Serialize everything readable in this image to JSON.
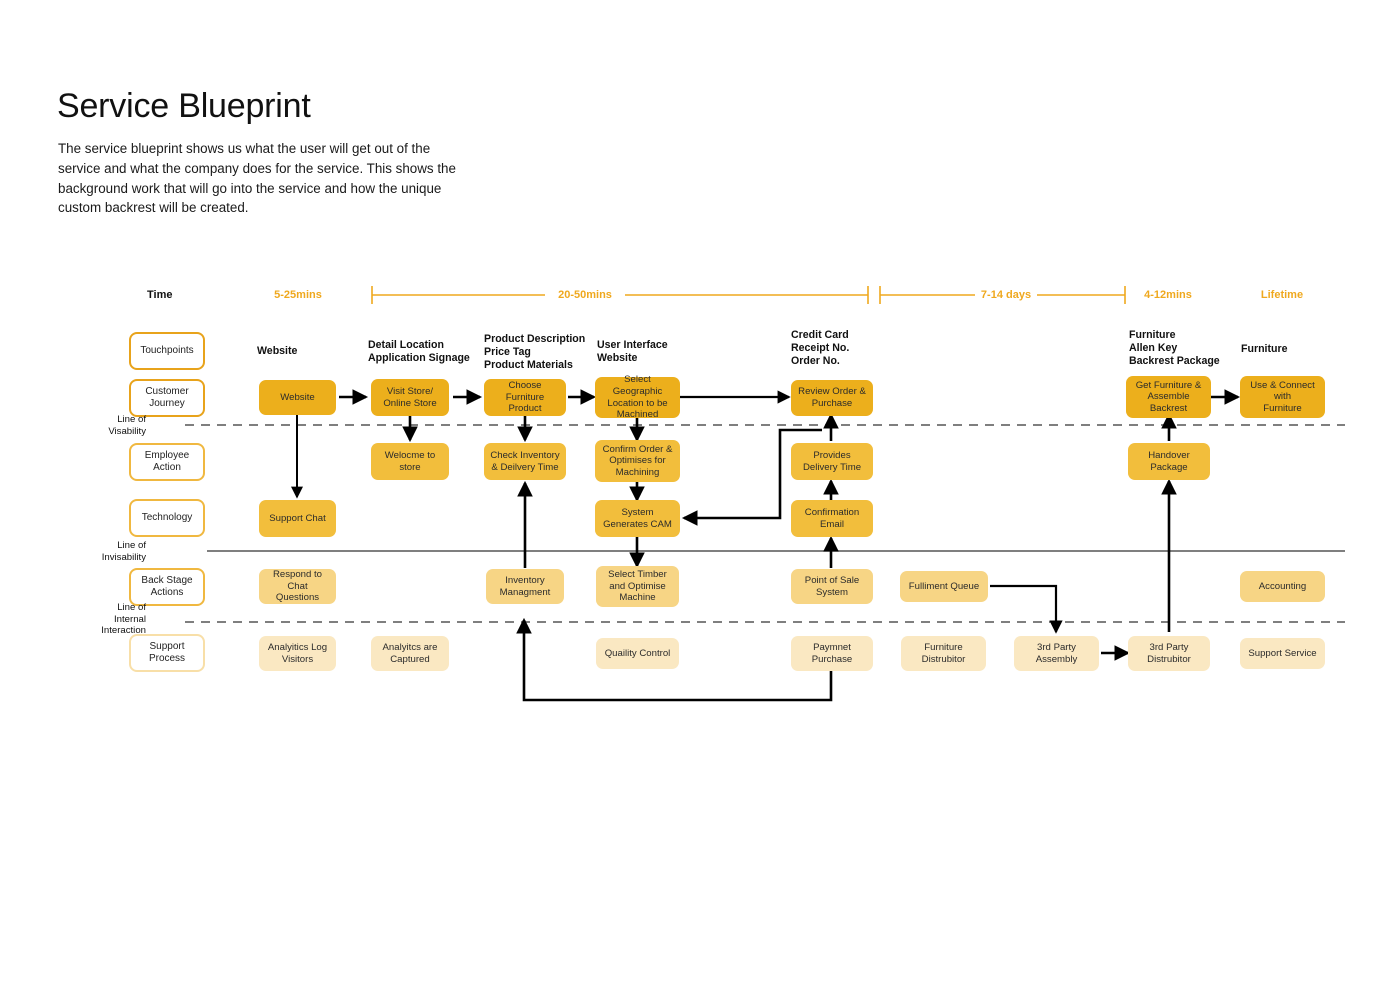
{
  "header": {
    "title": "Service Blueprint",
    "description": "The service blueprint shows us what the user will get out of the service and what the company does for the service. This shows the background work that will go into the service and how the unique custom backrest will be created."
  },
  "colors": {
    "accent": "#EFA81E",
    "customer_journey": "#ECAF1C",
    "employee_technology": "#F2BE3C",
    "back_stage": "#F7D585",
    "support_process": "#FAE8C2",
    "line": "#555555"
  },
  "timeline": {
    "label": "Time",
    "phases": [
      {
        "text": "5-25mins",
        "bracket": false
      },
      {
        "text": "20-50mins",
        "bracket": true
      },
      {
        "text": "7-14 days",
        "bracket": true
      },
      {
        "text": "4-12mins",
        "bracket": false
      },
      {
        "text": "Lifetime",
        "bracket": false
      }
    ]
  },
  "row_labels": [
    {
      "label": "Touchpoints",
      "tone": "strong"
    },
    {
      "label": "Customer\nJourney",
      "tone": "strong"
    },
    {
      "label": "Employee\nAction",
      "tone": "mid"
    },
    {
      "label": "Technology",
      "tone": "mid"
    },
    {
      "label": "Back Stage\nActions",
      "tone": "mid"
    },
    {
      "label": "Support\nProcess",
      "tone": "soft"
    }
  ],
  "separator_labels": [
    {
      "text": "Line of\nVisability"
    },
    {
      "text": "Line of\nInvisability"
    },
    {
      "text": "Line of\nInternal\nInteraction"
    }
  ],
  "touchpoints": [
    {
      "text": "Website"
    },
    {
      "text": "Detail Location\nApplication Signage"
    },
    {
      "text": "Product Description\nPrice Tag\nProduct Materials"
    },
    {
      "text": "User Interface\nWebsite"
    },
    {
      "text": "Credit Card\nReceipt No.\nOrder No."
    },
    {
      "text": "Furniture\nAllen Key\nBackrest Package"
    },
    {
      "text": "Furniture"
    }
  ],
  "customer_journey": [
    {
      "text": "Website"
    },
    {
      "text": "Visit Store/\nOnline Store"
    },
    {
      "text": "Choose Furniture\nProduct"
    },
    {
      "text": "Select Geographic\nLocation to be\nMachined"
    },
    {
      "text": "Review Order &\nPurchase"
    },
    {
      "text": "Get Furniture &\nAssemble\nBackrest"
    },
    {
      "text": "Use & Connect\nwith\nFurniture"
    }
  ],
  "employee_action": [
    {
      "text": "Welocme to\nstore"
    },
    {
      "text": "Check Inventory\n& Deilvery Time"
    },
    {
      "text": "Confirm Order &\nOptimises for\nMachining"
    },
    {
      "text": "Provides\nDelivery Time"
    },
    {
      "text": "Handover\nPackage"
    }
  ],
  "technology": [
    {
      "text": "Support Chat"
    },
    {
      "text": "System\nGenerates CAM"
    },
    {
      "text": "Confirmation\nEmail"
    }
  ],
  "back_stage_actions": [
    {
      "text": "Respond to Chat\nQuestions"
    },
    {
      "text": "Inventory\nManagment"
    },
    {
      "text": "Select Timber\nand Optimise\nMachine"
    },
    {
      "text": "Point of Sale\nSystem"
    },
    {
      "text": "Fulliment Queue"
    },
    {
      "text": "Accounting"
    }
  ],
  "support_process": [
    {
      "text": "Analyitics Log\nVisitors"
    },
    {
      "text": "Analyitcs are\nCaptured"
    },
    {
      "text": "Quaility Control"
    },
    {
      "text": "Paymnet\nPurchase"
    },
    {
      "text": "Furniture\nDistrubitor"
    },
    {
      "text": "3rd Party\nAssembly"
    },
    {
      "text": "3rd Party\nDistrubitor"
    },
    {
      "text": "Support Service"
    }
  ]
}
